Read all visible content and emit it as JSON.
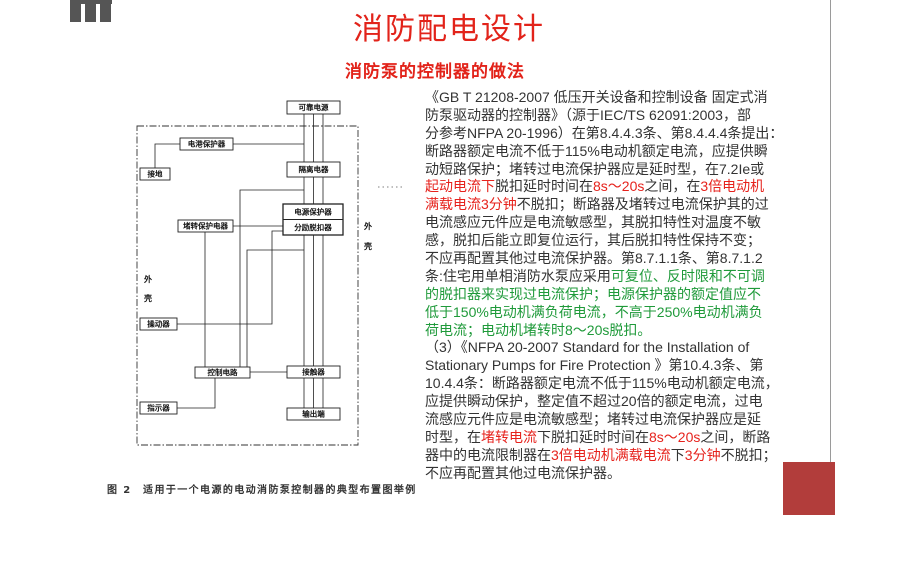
{
  "slide": {
    "title": "消防配电设计",
    "subtitle": "消防泵的控制器的做法"
  },
  "colors": {
    "title": "#e2231a",
    "text": "#333333",
    "highlight_red": "#e6221c",
    "highlight_green": "#1f9a3a",
    "accent_square": "#b23d3b",
    "logo": "#555555"
  },
  "diagram": {
    "labels": {
      "reliable_power": "可靠电源",
      "surge_protector": "电港保护器",
      "ground": "接地",
      "isolating_switch": "隔离电器",
      "circuit_breaker": "电源保护器",
      "shunt_trip": "分励脱扣器",
      "locked_rotor_protector": "堵转保护电器",
      "operator": "操动器",
      "control_circuit": "控制电路",
      "contactor": "接触器",
      "indicator": "指示器",
      "output_terminals": "输出端",
      "enclosure_right_top": "外",
      "enclosure_right_bottom": "壳",
      "enclosure_left_top": "外",
      "enclosure_left_bottom": "壳"
    },
    "caption": "图 2　适用于一个电源的电动消防泵控制器的典型布置图举例"
  },
  "body": {
    "lines": [
      [
        {
          "text": "《GB T 21208-2007 低压开关设备和控制设备 固定式消",
          "color": "#333333"
        }
      ],
      [
        {
          "text": "防泵驱动器的控制器》（源于IEC/TS 62091:2003，部",
          "color": "#333333"
        }
      ],
      [
        {
          "text": "分参考NFPA 20-1996）在第8.4.4.3条、第8.4.4.4条提出：",
          "color": "#333333"
        }
      ],
      [
        {
          "text": "断路器额定电流不低于115%电动机额定电流，应提供瞬",
          "color": "#333333"
        }
      ],
      [
        {
          "text": "动短路保护；堵转过电流保护器应是延时型，在7.2Ie或",
          "color": "#333333"
        }
      ],
      [
        {
          "text": "起动电流下",
          "color": "#e6221c"
        },
        {
          "text": "脱扣延时时间在",
          "color": "#333333"
        },
        {
          "text": "8s～20s",
          "color": "#e6221c"
        },
        {
          "text": "之间，在",
          "color": "#333333"
        },
        {
          "text": "3倍电动机",
          "color": "#e6221c"
        }
      ],
      [
        {
          "text": "满载电流3分钟",
          "color": "#e6221c"
        },
        {
          "text": "不脱扣；断路器及堵转过电流保护其的过",
          "color": "#333333"
        }
      ],
      [
        {
          "text": "电流感应元件应是电流敏感型，其脱扣特性对温度不敏",
          "color": "#333333"
        }
      ],
      [
        {
          "text": "感，脱扣后能立即复位运行，其后脱扣特性保持不变；",
          "color": "#333333"
        }
      ],
      [
        {
          "text": "不应再配置其他过电流保护器。第8.7.1.1条、第8.7.1.2",
          "color": "#333333"
        }
      ],
      [
        {
          "text": "条:住宅用单相消防水泵应采用",
          "color": "#333333"
        },
        {
          "text": "可复位、反时限和不可调",
          "color": "#1f9a3a"
        }
      ],
      [
        {
          "text": "的脱扣器来实现过电流保护；电源保护器的额定值应不",
          "color": "#1f9a3a"
        }
      ],
      [
        {
          "text": "低于150%电动机满负荷电流，不高于250%电动机满负",
          "color": "#1f9a3a"
        }
      ],
      [
        {
          "text": "荷电流；电动机堵转时8～20s脱扣。",
          "color": "#1f9a3a"
        }
      ],
      [
        {
          "text": "（3）《NFPA 20-2007 Standard for the Installation of",
          "color": "#333333"
        }
      ],
      [
        {
          "text": "Stationary Pumps for Fire Protection 》第10.4.3条、第",
          "color": "#333333"
        }
      ],
      [
        {
          "text": "10.4.4条：断路器额定电流不低于115%电动机额定电流，",
          "color": "#333333"
        }
      ],
      [
        {
          "text": "应提供瞬动保护，整定值不超过20倍的额定电流，过电",
          "color": "#333333"
        }
      ],
      [
        {
          "text": "流感应元件应是电流敏感型；堵转过电流保护器应是延",
          "color": "#333333"
        }
      ],
      [
        {
          "text": "时型，在",
          "color": "#333333"
        },
        {
          "text": "堵转电流",
          "color": "#e6221c"
        },
        {
          "text": "下脱扣延时时间在",
          "color": "#333333"
        },
        {
          "text": "8s～20s",
          "color": "#e6221c"
        },
        {
          "text": "之间，断路",
          "color": "#333333"
        }
      ],
      [
        {
          "text": "器中的电流限制器在",
          "color": "#333333"
        },
        {
          "text": "3倍电动机满载电流",
          "color": "#e6221c"
        },
        {
          "text": "下",
          "color": "#333333"
        },
        {
          "text": "3分钟",
          "color": "#e6221c"
        },
        {
          "text": "不脱扣；",
          "color": "#333333"
        }
      ],
      [
        {
          "text": "不应再配置其他过电流保护器。",
          "color": "#333333"
        }
      ]
    ]
  }
}
